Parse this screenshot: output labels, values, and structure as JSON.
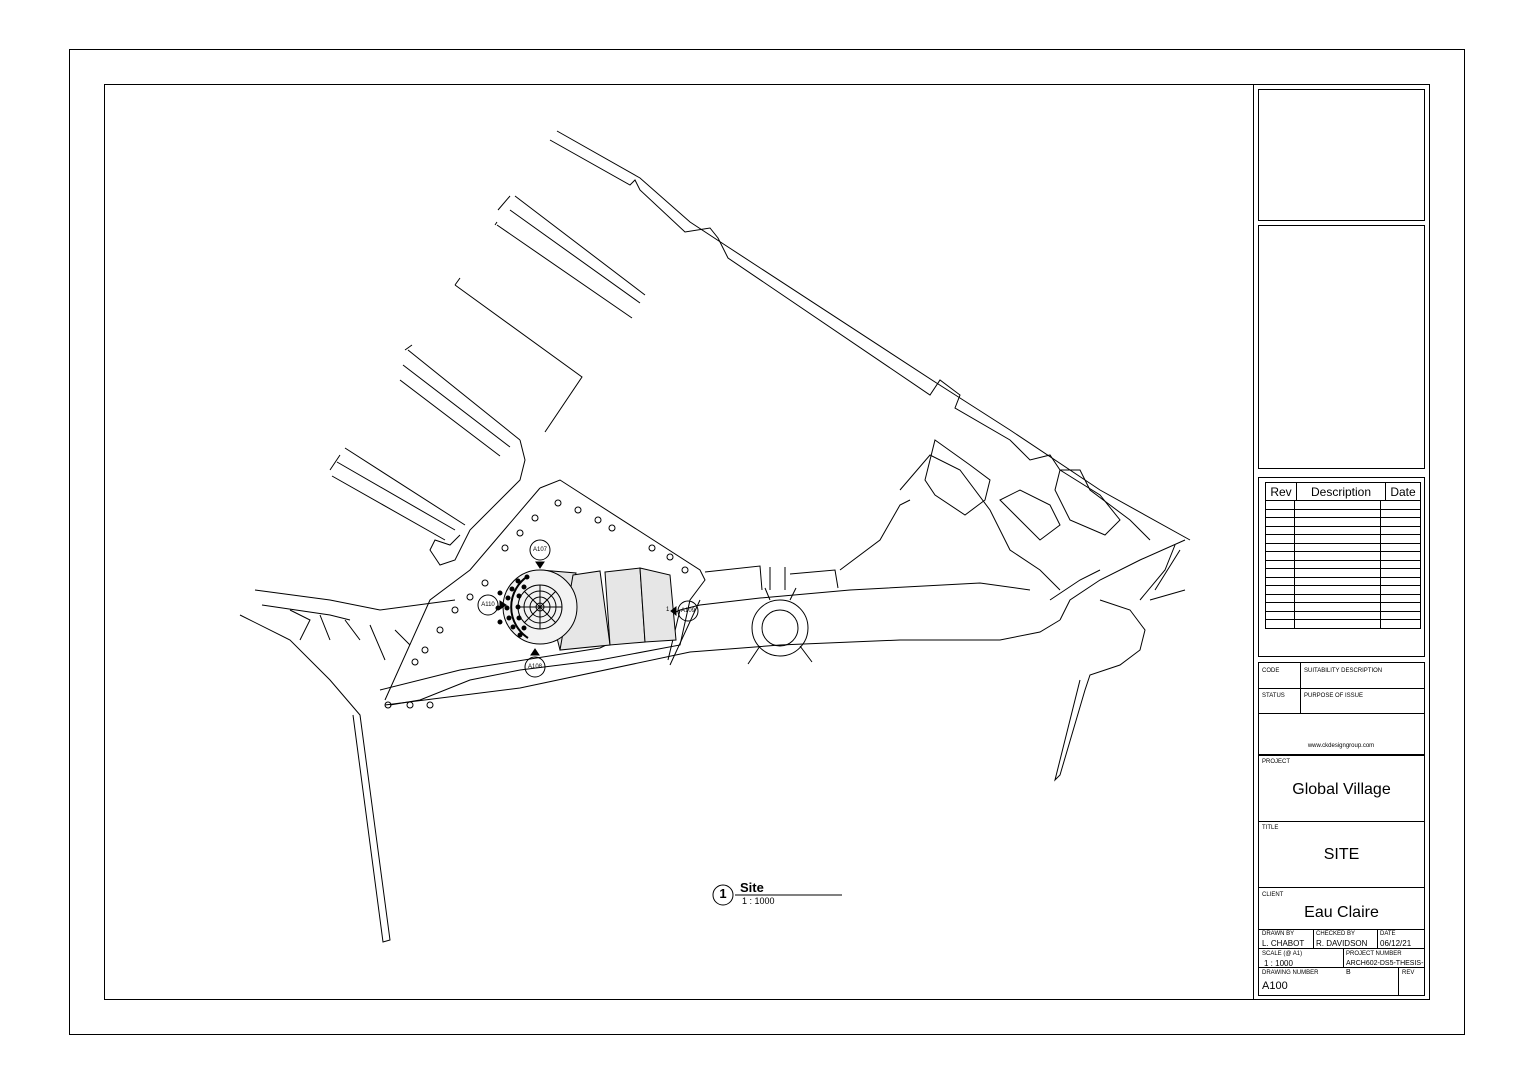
{
  "view": {
    "number": "1",
    "title": "Site",
    "scale": "1 : 1000"
  },
  "callouts": {
    "north": "A107",
    "west": "A110",
    "south": "A108",
    "east": "A109",
    "east_num": "1"
  },
  "revisions": {
    "headers": [
      "Rev",
      "Description",
      "Date"
    ],
    "rows": 15
  },
  "titleblock": {
    "code_label": "CODE",
    "suitability_label": "SUITABILITY DESCRIPTION",
    "status_label": "STATUS",
    "purpose_label": "PURPOSE OF ISSUE",
    "website": "www.ckdesigngroup.com",
    "project_label": "PROJECT",
    "project": "Global Village",
    "title_label": "TITLE",
    "title": "SITE",
    "client_label": "CLIENT",
    "client": "Eau Claire",
    "drawn_by_label": "DRAWN BY",
    "drawn_by": "L. CHABOT",
    "checked_by_label": "CHECKED BY",
    "checked_by": "R. DAVIDSON",
    "date_label": "DATE",
    "date": "06/12/21",
    "scale_label": "SCALE (@ A1)",
    "scale": "1 : 1000",
    "project_number_label": "PROJECT NUMBER",
    "project_number": "ARCH602-DS5-THESIS-B",
    "drawing_number_label": "DRAWING NUMBER",
    "drawing_number": "A100",
    "rev_label": "REV"
  }
}
